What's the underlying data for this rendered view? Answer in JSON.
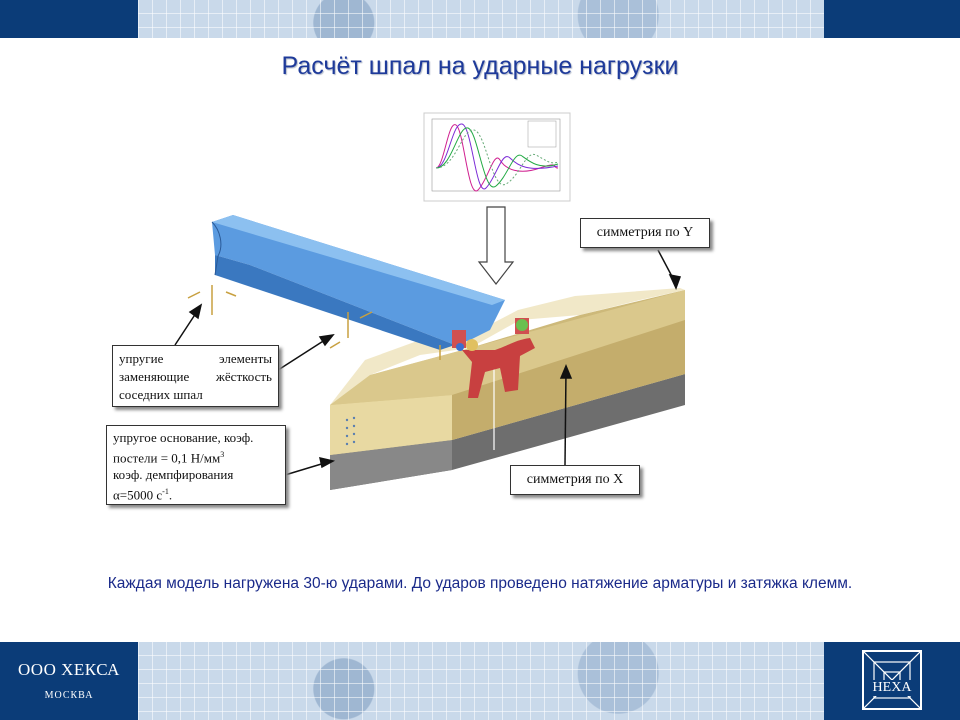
{
  "slide": {
    "title": "Расчёт шпал на ударные нагрузки",
    "caption": "Каждая модель нагружена 30-ю ударами. До ударов проведено натяжение арматуры и затяжка клемм."
  },
  "callouts": {
    "symmetry_y": "симметрия по Y",
    "symmetry_x": "симметрия по X",
    "elastic_elements": "упругие элементы заменяющие жёсткость соседних шпал",
    "elastic_base_line1": "упругое основание, коэф.",
    "elastic_base_line2": "постели = 0,1 Н/мм",
    "elastic_base_line2_sup": "3",
    "elastic_base_line3": "коэф. демпфирования",
    "elastic_base_line4": "α=5000 с",
    "elastic_base_line4_sup": "-1",
    "elastic_base_line4_end": "."
  },
  "footer": {
    "company": "ООО ХЕКСА",
    "city": "МОСКВА",
    "logo": "HEXA"
  },
  "colors": {
    "band": "#0b3c78",
    "title": "#1e3a9a",
    "sleeper": "#e6d69a",
    "rail": "#5b9be0",
    "base": "#7a7a7a"
  }
}
